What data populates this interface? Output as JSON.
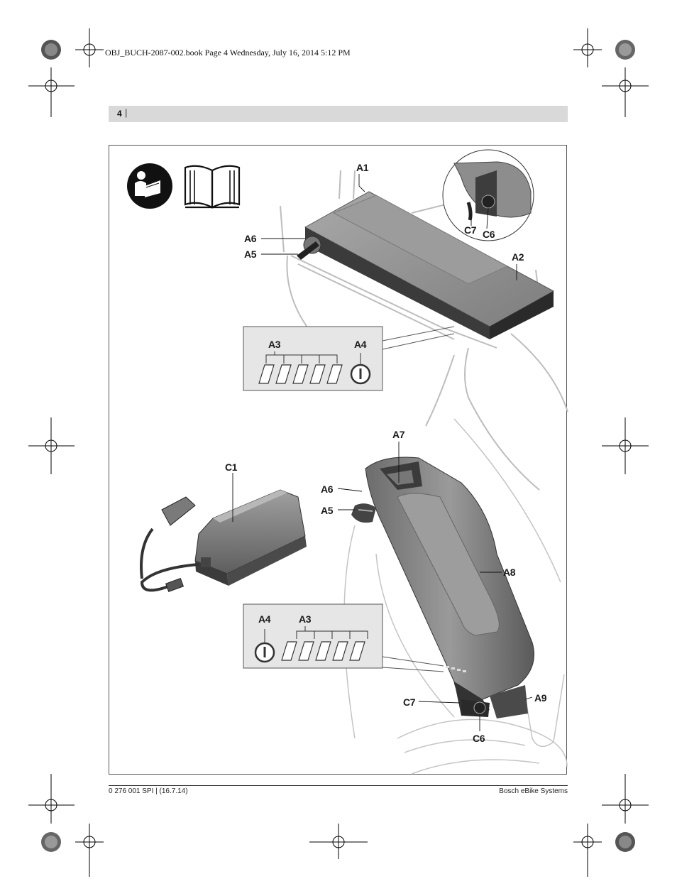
{
  "print_info": "OBJ_BUCH-2087-002.book  Page 4  Wednesday, July 16, 2014  5:12 PM",
  "header": {
    "page_number": "4",
    "separator": "|"
  },
  "footer": {
    "left": "0 276 001 SPI | (16.7.14)",
    "right": "Bosch eBike Systems"
  },
  "labels": {
    "a1": "A1",
    "a2": "A2",
    "a6_top": "A6",
    "a5_top": "A5",
    "c7_top": "C7",
    "c6_top": "C6",
    "a3_top": "A3",
    "a4_top": "A4",
    "a7": "A7",
    "c1": "C1",
    "a6_bottom": "A6",
    "a5_bottom": "A5",
    "a8": "A8",
    "a4_bottom": "A4",
    "a3_bottom": "A3",
    "c7_bottom": "C7",
    "a9": "A9",
    "c6_bottom": "C6"
  },
  "icons": {
    "read_manual": "read-instructions-icon",
    "manual_book": "open-book-icon"
  },
  "colors": {
    "header_bar": "#d9d9d9",
    "panel_fill": "#e6e6e6",
    "battery_body": "#8f8f8f",
    "battery_dark": "#3a3a3a"
  }
}
